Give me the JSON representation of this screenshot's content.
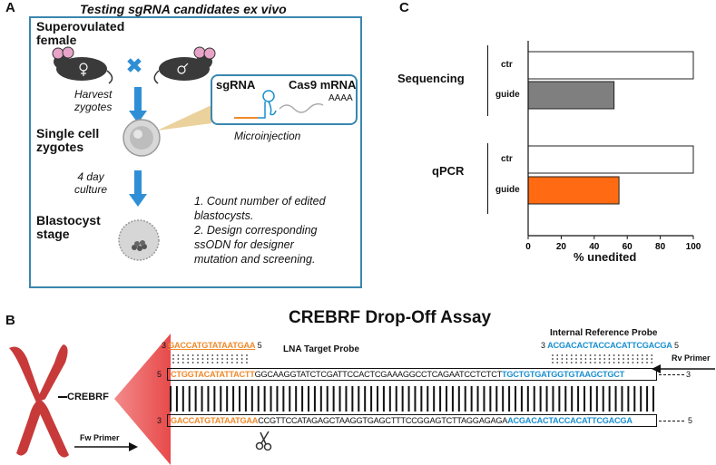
{
  "panelA": {
    "letter": "A",
    "title": "Testing sgRNA candidates ex vivo",
    "female_label_1": "Superovulated",
    "female_label_2": "female",
    "harvest_1": "Harvest",
    "harvest_2": "zygotes",
    "single_cell_1": "Single cell",
    "single_cell_2": "zygotes",
    "culture_1": "4 day",
    "culture_2": "culture",
    "blastocyst_1": "Blastocyst",
    "blastocyst_2": "stage",
    "sgrna": "sgRNA",
    "cas9": "Cas9 mRNA",
    "polyA": "AAAA",
    "microinjection": "Microinjection",
    "step1a": "1. Count number of edited",
    "step1b": "blastocysts.",
    "step2a": "2. Design corresponding",
    "step2b": "ssODN for designer",
    "step2c": "mutation and screening.",
    "colors": {
      "frame": "#3a86b0",
      "arrow": "#2f8fd6"
    }
  },
  "panelC": {
    "letter": "C",
    "group1": "Sequencing",
    "group2": "qPCR",
    "row_ctr": "ctr",
    "row_guide": "guide",
    "xlabel": "% unedited",
    "ticks": [
      "0",
      "20",
      "40",
      "60",
      "80",
      "100"
    ]
  },
  "chart_data": {
    "type": "bar",
    "orientation": "horizontal",
    "xlabel": "% unedited",
    "xlim": [
      0,
      100
    ],
    "groups": [
      {
        "name": "Sequencing",
        "categories": [
          "ctr",
          "guide"
        ],
        "values": [
          100,
          52
        ]
      },
      {
        "name": "qPCR",
        "categories": [
          "ctr",
          "guide"
        ],
        "values": [
          100,
          55
        ]
      }
    ],
    "colors": {
      "ctr": "#ffffff",
      "guide_sequencing": "#7f7f7f",
      "guide_qpcr": "#ff6a13"
    }
  },
  "panelB": {
    "letter": "B",
    "title": "CREBRF Drop-Off Assay",
    "gene": "CREBRF",
    "lna_label": "LNA Target Probe",
    "irp_label": "Internal Reference Probe",
    "fw_primer": "Fw Primer",
    "rv_primer": "Rv Primer",
    "three": "3",
    "five": "5",
    "lna_probe_seq": "GACCATGTATAATGAA",
    "irp_probe_seq": "ACGACACTACCACATTCGACGA",
    "top_orange": "CTGGTACATATTACTT",
    "top_middle": "GGCAAGGTATCTCGATTCCACTCGAAAGGCCTCAGAATCCTCTCT",
    "top_blue": "TGCTGTGATGGTGTAAGCTGCT",
    "bottom_orange": "GACCATGTATAATGAA",
    "bottom_middle": "CCGTTCCATAGAGCTAAGGTGAGCTTTCCGGAGTCTTAGGAGAGA",
    "bottom_blue": "ACGACACTACCACATTCGACGA",
    "colors": {
      "orange": "#f08a2a",
      "blue": "#1a8fd0",
      "chromosome": "#c83a3a",
      "cone": "#e84a4a"
    }
  }
}
